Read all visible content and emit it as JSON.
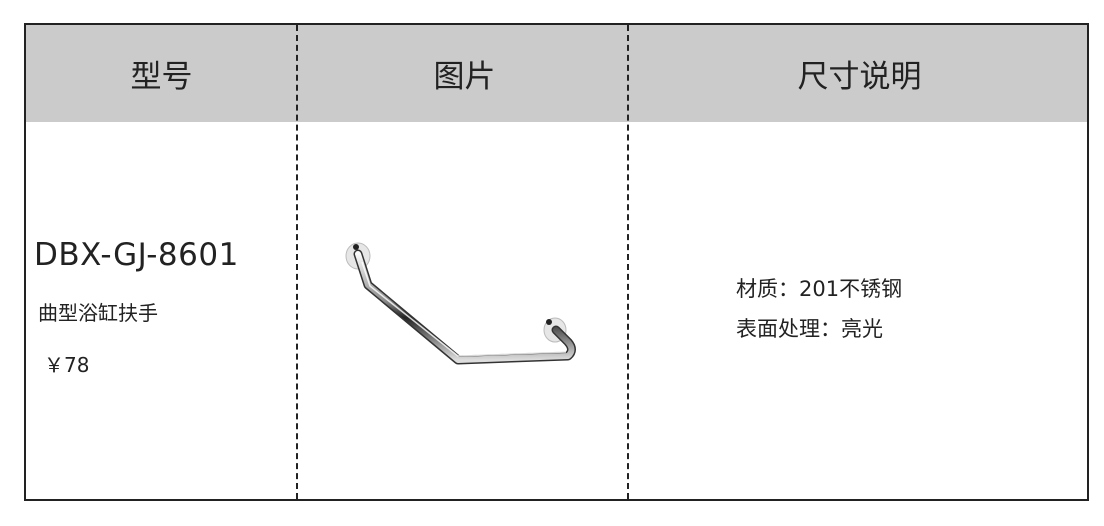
{
  "header": {
    "col1": "型号",
    "col2": "图片",
    "col3": "尺寸说明"
  },
  "product": {
    "model": "DBX-GJ-8601",
    "name": "曲型浴缸扶手",
    "price": "￥78",
    "image_icon": "curved-grab-bar-image",
    "specs": [
      "材质：201不锈钢",
      "表面处理：亮光"
    ]
  },
  "colors": {
    "header_bg": "#cbcbcb",
    "border": "#222222"
  }
}
